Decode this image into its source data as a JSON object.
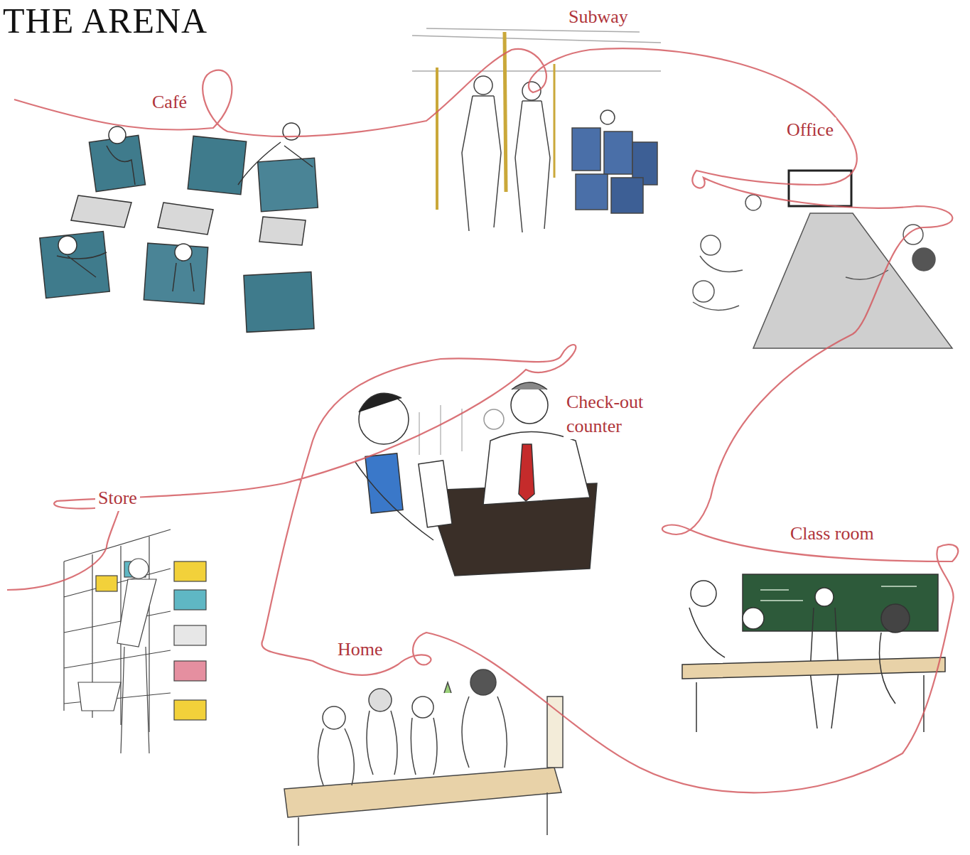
{
  "diagram": {
    "title": "THE ARENA",
    "labels": [
      "Café",
      "Subway",
      "Office",
      "Check-out counter",
      "Store",
      "Home",
      "Class room"
    ]
  }
}
